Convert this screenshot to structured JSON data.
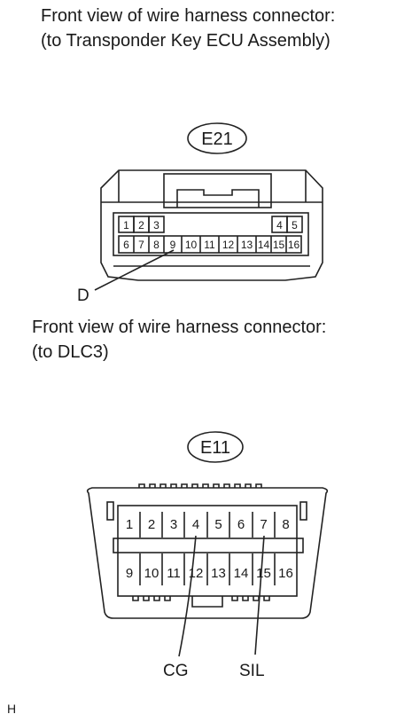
{
  "connector1": {
    "caption_line1": "Front view of wire harness connector:",
    "caption_line2": "(to Transponder Key ECU Assembly)",
    "tag": "E21",
    "pins_top_left": [
      "1",
      "2",
      "3"
    ],
    "pins_top_right": [
      "4",
      "5"
    ],
    "pins_bottom": [
      "6",
      "7",
      "8",
      "9",
      "10",
      "11",
      "12",
      "13",
      "14",
      "15",
      "16"
    ],
    "pointer_label": "D",
    "pointer_pin": "9"
  },
  "connector2": {
    "caption_line1": "Front view of wire harness connector:",
    "caption_line2": "(to DLC3)",
    "tag": "E11",
    "pins_top": [
      "1",
      "2",
      "3",
      "4",
      "5",
      "6",
      "7",
      "8"
    ],
    "pins_bottom": [
      "9",
      "10",
      "11",
      "12",
      "13",
      "14",
      "15",
      "16"
    ],
    "pointer_labels": [
      {
        "label": "CG",
        "pin": "4"
      },
      {
        "label": "SIL",
        "pin": "7"
      }
    ]
  },
  "footer_code": "H"
}
